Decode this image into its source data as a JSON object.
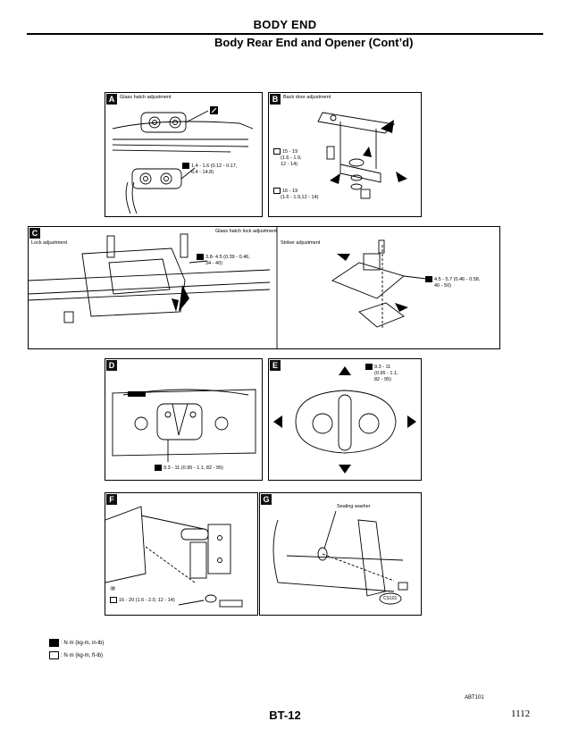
{
  "header": {
    "section": "BODY END",
    "subtitle": "Body Rear End and Opener (Cont’d)"
  },
  "panels": {
    "A": {
      "badge": "A",
      "title": "Glass hatch adjustment",
      "torque": [
        "1.4 - 1.6 (0.12 - 0.17,",
        "6.4 - 14.8)"
      ]
    },
    "B": {
      "badge": "B",
      "title": "Back door adjustment",
      "torque1": [
        "15 - 19",
        "(1.6 - 1.9,",
        "12 - 14)"
      ],
      "torque2": [
        "16 - 19",
        "(1.6 - 1.9,12 - 14)"
      ]
    },
    "C": {
      "badge": "C",
      "title": "Glass hatch lock adjustment",
      "left_title": "Lock adjustment",
      "right_title": "Striker adjustment",
      "torque1": [
        "3.8- 4.5 (0.39 - 0.46,",
        "34 - 40)"
      ],
      "torque2": [
        "4.5 - 5.7 (0.46 - 0.58,",
        "40 - 50)"
      ]
    },
    "D": {
      "badge": "D",
      "torque": "9.3 - 11 (0.95 - 1.1, 82 - 95)"
    },
    "E": {
      "badge": "E",
      "torque": [
        "9.3 - 11",
        "(0.95 - 1.1,",
        "82 - 95)"
      ]
    },
    "F": {
      "badge": "F",
      "callout": "⑩",
      "torque": "16 - 20 (1.6 - 2.0, 12 - 14)"
    },
    "G": {
      "badge": "G",
      "label": "Sealing washer",
      "code": "CS101"
    }
  },
  "legend": [
    "N·m (kg-m, in-lb)",
    "N·m (kg-m, ft-lb)"
  ],
  "footer": {
    "ref_code": "ABT101",
    "page": "BT-12",
    "sheet": "1112"
  }
}
